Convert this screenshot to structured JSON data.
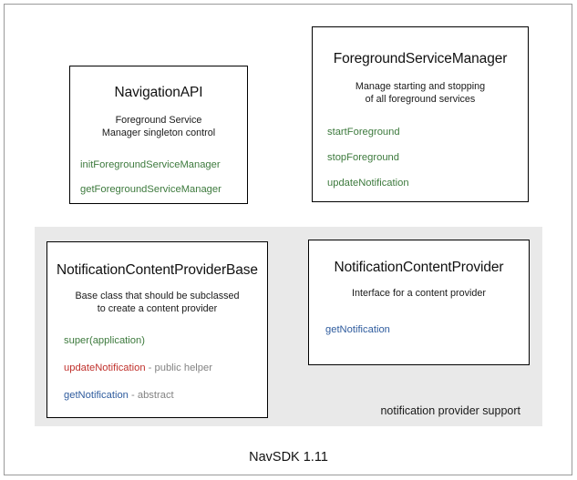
{
  "diagram": {
    "footer_title": "NavSDK 1.11",
    "group_panel": {
      "caption": "notification provider support"
    },
    "colors": {
      "method_green": "#3d7a3d",
      "method_blue": "#2f5c9e",
      "method_red": "#c0302b",
      "annotation_gray": "#838383",
      "panel_background": "#e9e9e9",
      "box_border": "#000000",
      "frame_border": "#9a9a9a"
    },
    "boxes": [
      {
        "id": "navigation-api",
        "title": "NavigationAPI",
        "description_line1": "Foreground Service",
        "description_line2": "Manager singleton control",
        "members": [
          {
            "name": "initForegroundServiceManager",
            "color": "green",
            "note": ""
          },
          {
            "name": "getForegroundServiceManager",
            "color": "green",
            "note": ""
          }
        ]
      },
      {
        "id": "foreground-service-manager",
        "title": "ForegroundServiceManager",
        "description_line1": "Manage starting and stopping",
        "description_line2": "of all foreground services",
        "members": [
          {
            "name": "startForeground",
            "color": "green",
            "note": ""
          },
          {
            "name": "stopForeground",
            "color": "green",
            "note": ""
          },
          {
            "name": "updateNotification",
            "color": "green",
            "note": ""
          }
        ]
      },
      {
        "id": "notification-content-provider-base",
        "title": "NotificationContentProviderBase",
        "description_line1": "Base class that should be subclassed",
        "description_line2": "to create a content provider",
        "members": [
          {
            "name": "super(application)",
            "color": "green",
            "note": ""
          },
          {
            "name": "updateNotification",
            "color": "red",
            "note": " - public helper"
          },
          {
            "name": "getNotification",
            "color": "blue",
            "note": " - abstract"
          }
        ]
      },
      {
        "id": "notification-content-provider",
        "title": "NotificationContentProvider",
        "description_line1": "Interface for a content provider",
        "description_line2": "",
        "members": [
          {
            "name": "getNotification",
            "color": "blue",
            "note": ""
          }
        ]
      }
    ]
  }
}
